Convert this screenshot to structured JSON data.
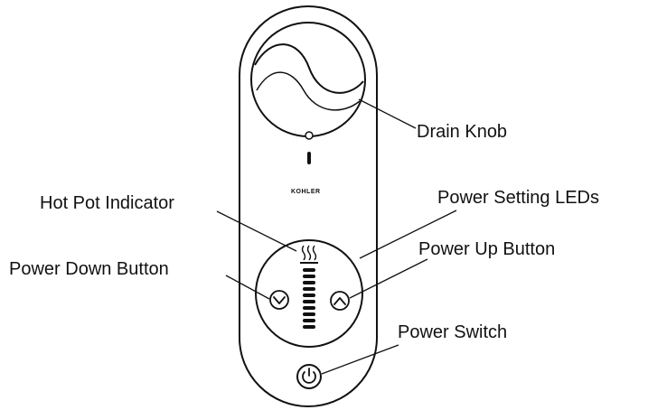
{
  "device": {
    "brand": "KOHLER"
  },
  "labels": {
    "drain_knob": "Drain Knob",
    "hot_pot_indicator": "Hot Pot Indicator",
    "power_setting_leds": "Power Setting LEDs",
    "power_up_button": "Power Up Button",
    "power_down_button": "Power Down Button",
    "power_switch": "Power Switch"
  },
  "icons": {
    "hot_pot": "steam-icon",
    "power_up": "chevron-up-icon",
    "power_down": "chevron-down-icon",
    "power_switch": "power-icon"
  },
  "colors": {
    "line": "#111111",
    "background": "#ffffff"
  }
}
